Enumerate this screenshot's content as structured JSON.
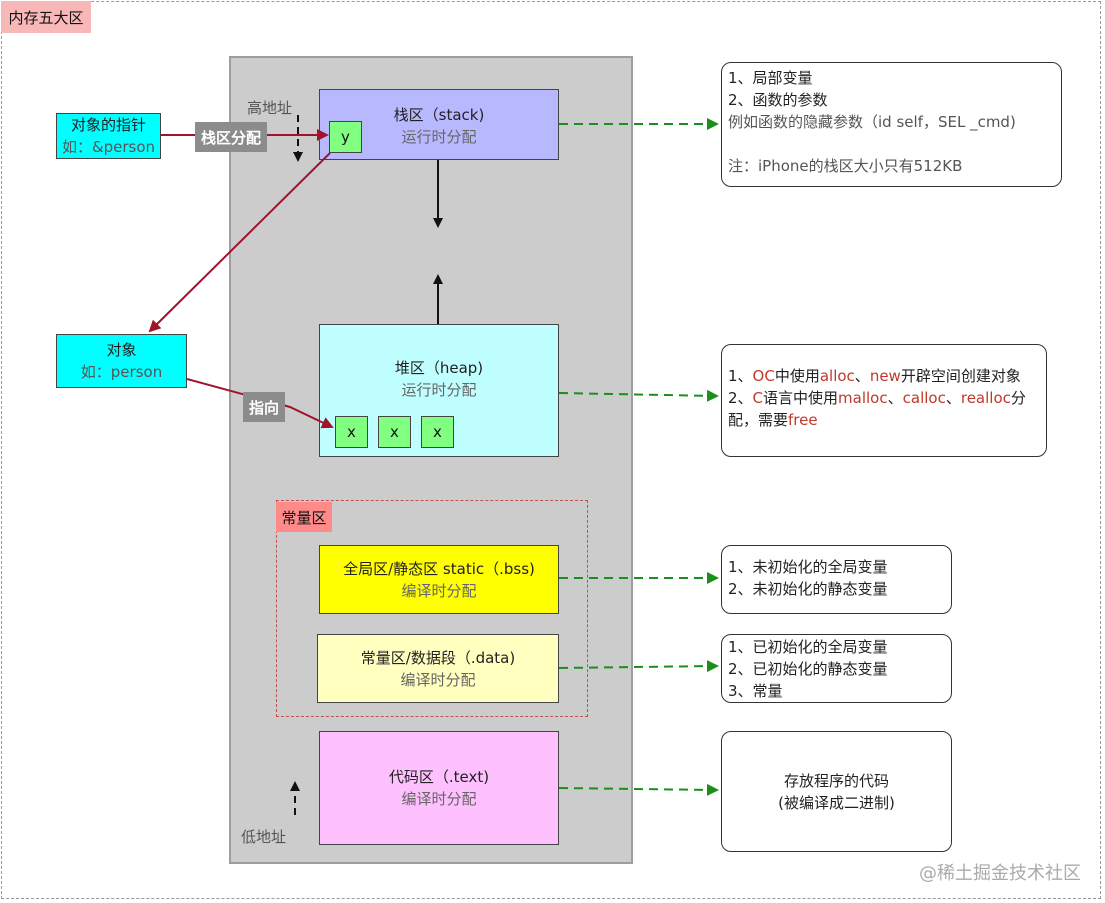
{
  "title": "内存五大区",
  "regions": {
    "stack": {
      "name": "栈区（stack)",
      "sub": "运行时分配"
    },
    "heap": {
      "name": "堆区（heap)",
      "sub": "运行时分配"
    },
    "constant_tag": "常量区",
    "bss": {
      "name": "全局区/静态区 static（.bss)",
      "sub": "编译时分配"
    },
    "data": {
      "name": "常量区/数据段（.data)",
      "sub": "编译时分配"
    },
    "text": {
      "name": "代码区（.text)",
      "sub": "编译时分配"
    }
  },
  "cells": {
    "stack": "y",
    "heap": [
      "x",
      "x",
      "x"
    ]
  },
  "address": {
    "high": "高地址",
    "low": "低地址"
  },
  "pointer": {
    "title": "对象的指针",
    "example": "如：&person"
  },
  "object": {
    "title": "对象",
    "example": "如：person"
  },
  "labels": {
    "stack_alloc": "栈区分配",
    "points_to": "指向"
  },
  "notes": {
    "stack": {
      "line1": "1、局部变量",
      "line2": "2、函数的参数",
      "line3": "例如函数的隐藏参数（id self，SEL _cmd)",
      "line4": "注：iPhone的栈区大小只有512KB"
    },
    "heap": {
      "l1_a": "1、",
      "l1_b": "OC",
      "l1_c": "中使用",
      "l1_d": "alloc",
      "l1_e": "、",
      "l1_f": "new",
      "l1_g": "开辟空间创建对象",
      "l2_a": "2、",
      "l2_b": "C",
      "l2_c": "语言中使用",
      "l2_d": "malloc",
      "l2_e": "、",
      "l2_f": "calloc",
      "l2_g": "、",
      "l2_h": "realloc",
      "l2_i": "分",
      "l3_a": "配，需要",
      "l3_b": "free"
    },
    "bss": {
      "line1": "1、未初始化的全局变量",
      "line2": "2、未初始化的静态变量"
    },
    "data": {
      "line1": "1、已初始化的全局变量",
      "line2": "2、已初始化的静态变量",
      "line3": "3、常量"
    },
    "text": {
      "line1": "存放程序的代码",
      "line2": "(被编译成二进制)"
    }
  },
  "watermark": "@稀土掘金技术社区",
  "colors": {
    "arrow_green": "#1a8f1a",
    "arrow_red": "#a0142a",
    "highlight_red": "#c0392b"
  }
}
